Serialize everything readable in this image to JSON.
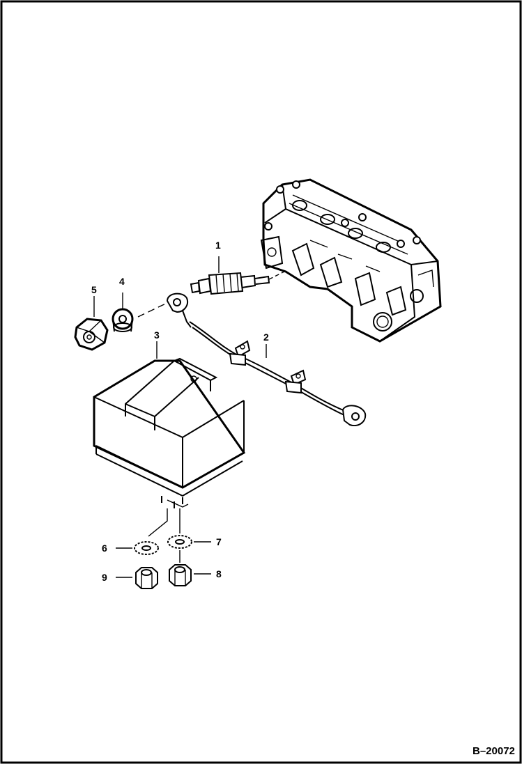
{
  "callouts": {
    "c1": "1",
    "c2": "2",
    "c3": "3",
    "c4": "4",
    "c5": "5",
    "c6": "6",
    "c7": "7",
    "c8": "8",
    "c9": "9"
  },
  "document_id": "B–20072"
}
